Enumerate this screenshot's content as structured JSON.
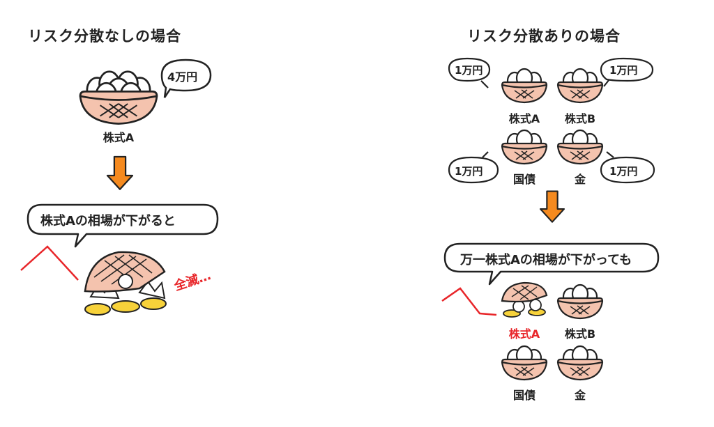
{
  "left": {
    "title": "リスク分散なしの場合",
    "amount": "4万円",
    "basket_label": "株式A",
    "speech": "株式Aの相場が下がると",
    "loss_note": "全滅…"
  },
  "right": {
    "title": "リスク分散ありの場合",
    "amounts": [
      "1万円",
      "1万円",
      "1万円",
      "1万円"
    ],
    "baskets": [
      "株式A",
      "株式B",
      "国債",
      "金"
    ],
    "speech": "万一株式Aの相場が下がっても",
    "after_labels": [
      "株式A",
      "株式B",
      "国債",
      "金"
    ]
  },
  "colors": {
    "arrow": "#f58a1f",
    "basket": "#f4c3ae",
    "yolk": "#f7d23a",
    "decline_line": "#e8262a",
    "alert_text": "#e8262a"
  }
}
